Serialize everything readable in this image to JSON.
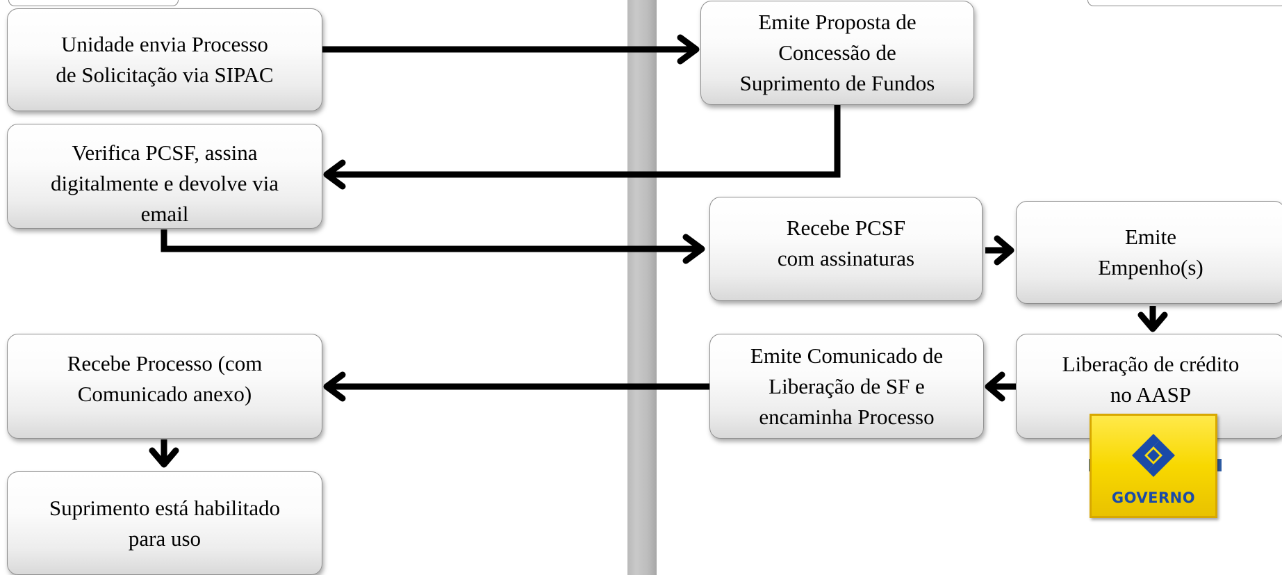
{
  "colors": {
    "arrow": "#000000",
    "box_border": "#8f8f8f",
    "divider": "#bcbcbc",
    "logo_yellow": "#f8d800",
    "logo_blue": "#1a4aa8"
  },
  "boxes": {
    "unidade_envia": "Unidade envia Processo\nde Solicitação via SIPAC",
    "emite_proposta": "Emite Proposta de\nConcessão de\nSuprimento de Fundos",
    "verifica_pcsf": "Verifica PCSF,  assina\ndigitalmente e devolve via\nemail",
    "recebe_pcsf": "Recebe PCSF\ncom assinaturas",
    "emite_empenho": "Emite\nEmpenho(s)",
    "recebe_processo": "Recebe Processo (com\nComunicado anexo)",
    "emite_comunicado": "Emite Comunicado de\nLiberação de SF e\nencaminha Processo",
    "liberacao_credito": "Liberação de crédito\nno AASP",
    "suprimento_habilitado": "Suprimento está habilitado\npara uso"
  },
  "logo": {
    "text": "GOVERNO",
    "icon": "banco-do-brasil-logo-icon"
  }
}
